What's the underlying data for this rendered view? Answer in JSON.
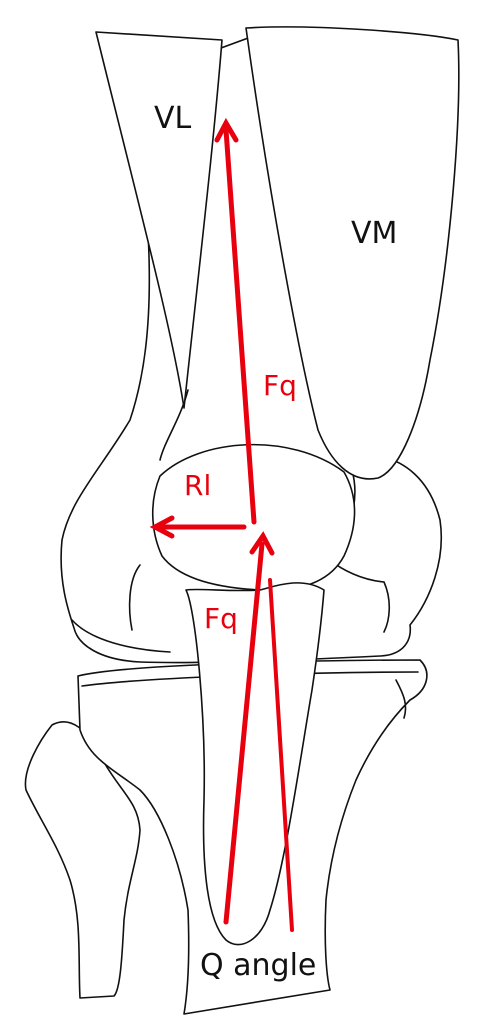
{
  "diagram": {
    "labels": {
      "vl": "VL",
      "vm": "VM",
      "fq_upper": "Fq",
      "rl": "Rl",
      "fq_lower": "Fq",
      "q_angle": "Q angle"
    },
    "colors": {
      "force_arrows": "#e8000f",
      "outline": "#111111",
      "background": "#ffffff"
    }
  }
}
